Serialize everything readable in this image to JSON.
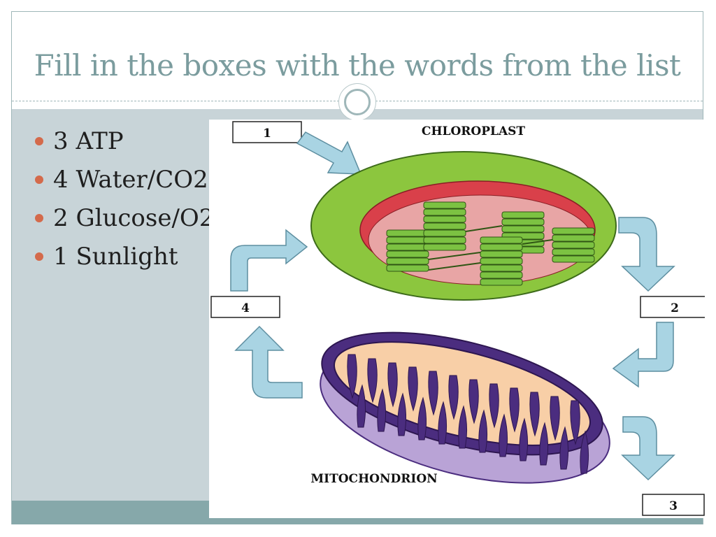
{
  "slide": {
    "title": "Fill in the boxes with the words from the list",
    "bullets": [
      "3 ATP",
      "4 Water/CO2",
      "2 Glucose/O2",
      "1 Sunlight"
    ]
  },
  "diagram": {
    "chloroplast_label": "CHLOROPLAST",
    "mitochondrion_label": "MITOCHONDRION",
    "boxes": [
      "1",
      "2",
      "3",
      "4"
    ]
  },
  "colors": {
    "title": "#7b9c9e",
    "panel": "#c8d4d8",
    "band": "#86a8aa",
    "bullet": "#d46a4b",
    "arrow": "#a9d4e3",
    "chloroplast_outer": "#8cc63e",
    "chloroplast_inner": "#d9404a",
    "stroma": "#e8a5a5",
    "thylakoid": "#7cc242",
    "mito_outer": "#b9a3d6",
    "mito_inner": "#4b2d7f",
    "cristae_fill": "#f8cfa7"
  }
}
